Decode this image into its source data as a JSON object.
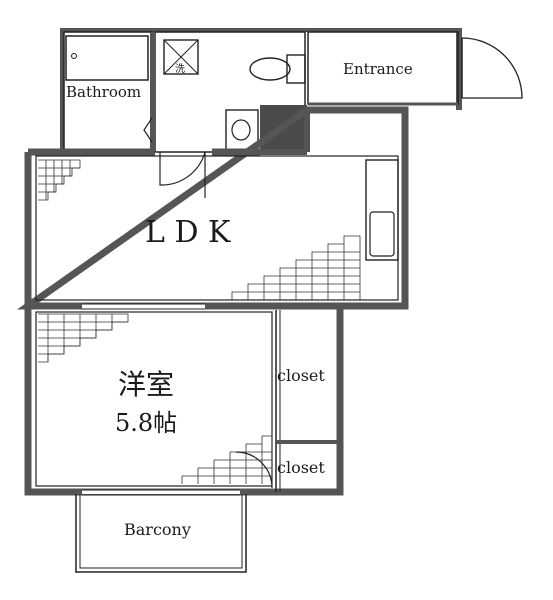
{
  "rooms": {
    "bathroom": "Bathroom",
    "entrance": "Entrance",
    "ldk": "L D K",
    "bedroom_name": "洋室",
    "bedroom_size": "5.8帖",
    "closet_upper": "closet",
    "closet_lower": "closet",
    "balcony": "Barcony"
  },
  "fixtures": {
    "washer_mark": "洗"
  },
  "colors": {
    "wall": "#555555",
    "line": "#222222",
    "pillar": "#4a4a4a",
    "background": "#ffffff"
  }
}
